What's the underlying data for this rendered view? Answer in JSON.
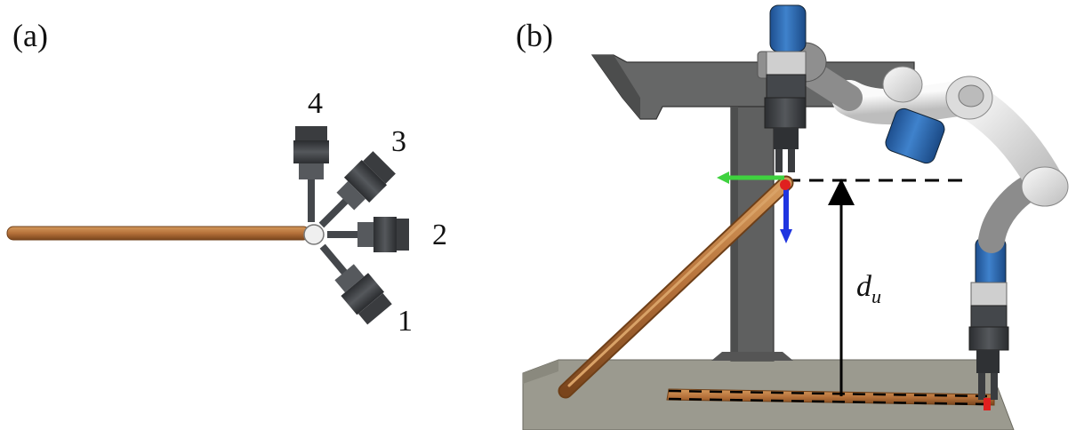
{
  "panels": {
    "a": {
      "label": "(a)"
    },
    "b": {
      "label": "(b)"
    }
  },
  "gripper_positions": [
    {
      "label": "1"
    },
    {
      "label": "2"
    },
    {
      "label": "3"
    },
    {
      "label": "4"
    }
  ],
  "distance_label": {
    "symbol": "d",
    "subscript": "u"
  },
  "colors": {
    "rod": "#b5713a",
    "rod_dark": "#6e3f18",
    "robot_blue": "#2f6fb8",
    "robot_white": "#e9e9e9",
    "robot_gray": "#8c8c8c",
    "gripper_dark": "#3d3f42",
    "stand": "#5f5f5f",
    "table": "#9b9a8f",
    "frame_x_axis": "#3fd23f",
    "frame_z_axis": "#1f35e0",
    "frame_origin": "#e0201f"
  },
  "icons": [
    "robot-arm-icon",
    "gripper-icon",
    "rod-icon",
    "coordinate-frame-icon"
  ]
}
